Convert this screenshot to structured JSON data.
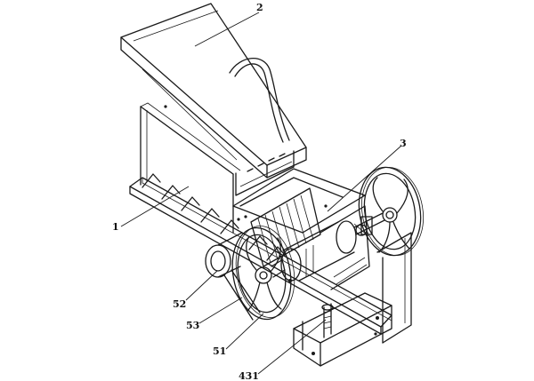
{
  "labels": {
    "l1": "1",
    "l2": "2",
    "l3": "3",
    "l52": "52",
    "l53": "53",
    "l51": "51",
    "l431": "431"
  }
}
